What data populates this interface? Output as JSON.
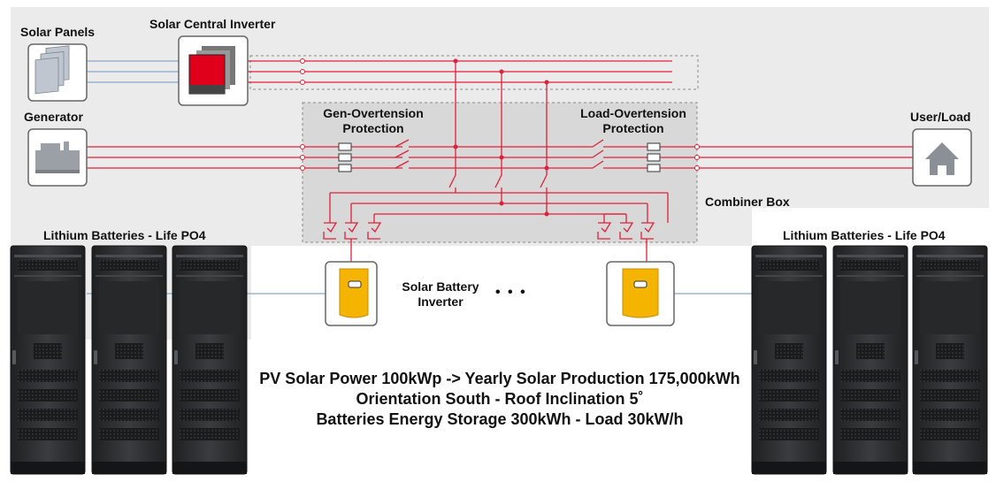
{
  "labels": {
    "solar_panels": "Solar Panels",
    "solar_central_inverter": "Solar Central Inverter",
    "generator": "Generator",
    "gen_overtension_1": "Gen-Overtension",
    "gen_overtension_2": "Protection",
    "load_overtension_1": "Load-Overtension",
    "load_overtension_2": "Protection",
    "user_load": "User/Load",
    "combiner_box": "Combiner Box",
    "batteries_left": "Lithium Batteries - Life PO4",
    "batteries_right": "Lithium Batteries - Life PO4",
    "solar_battery_inverter_1": "Solar Battery",
    "solar_battery_inverter_2": "Inverter",
    "ellipsis": "• • •"
  },
  "summary": {
    "line1": "PV Solar Power 100kWp -> Yearly Solar Production 175,000kWh",
    "line2": "Orientation South - Roof Inclination 5˚",
    "line3": "Batteries Energy Storage 300kWh - Load 30kW/h"
  },
  "colors": {
    "panel_bg": "#ebebeb",
    "bus_line": "#e0203a",
    "dc_line": "#8aa6c8",
    "inverter_red": "#e0001b",
    "battery_inverter_yellow": "#f5b400",
    "cabinet": "#2c2e30"
  }
}
